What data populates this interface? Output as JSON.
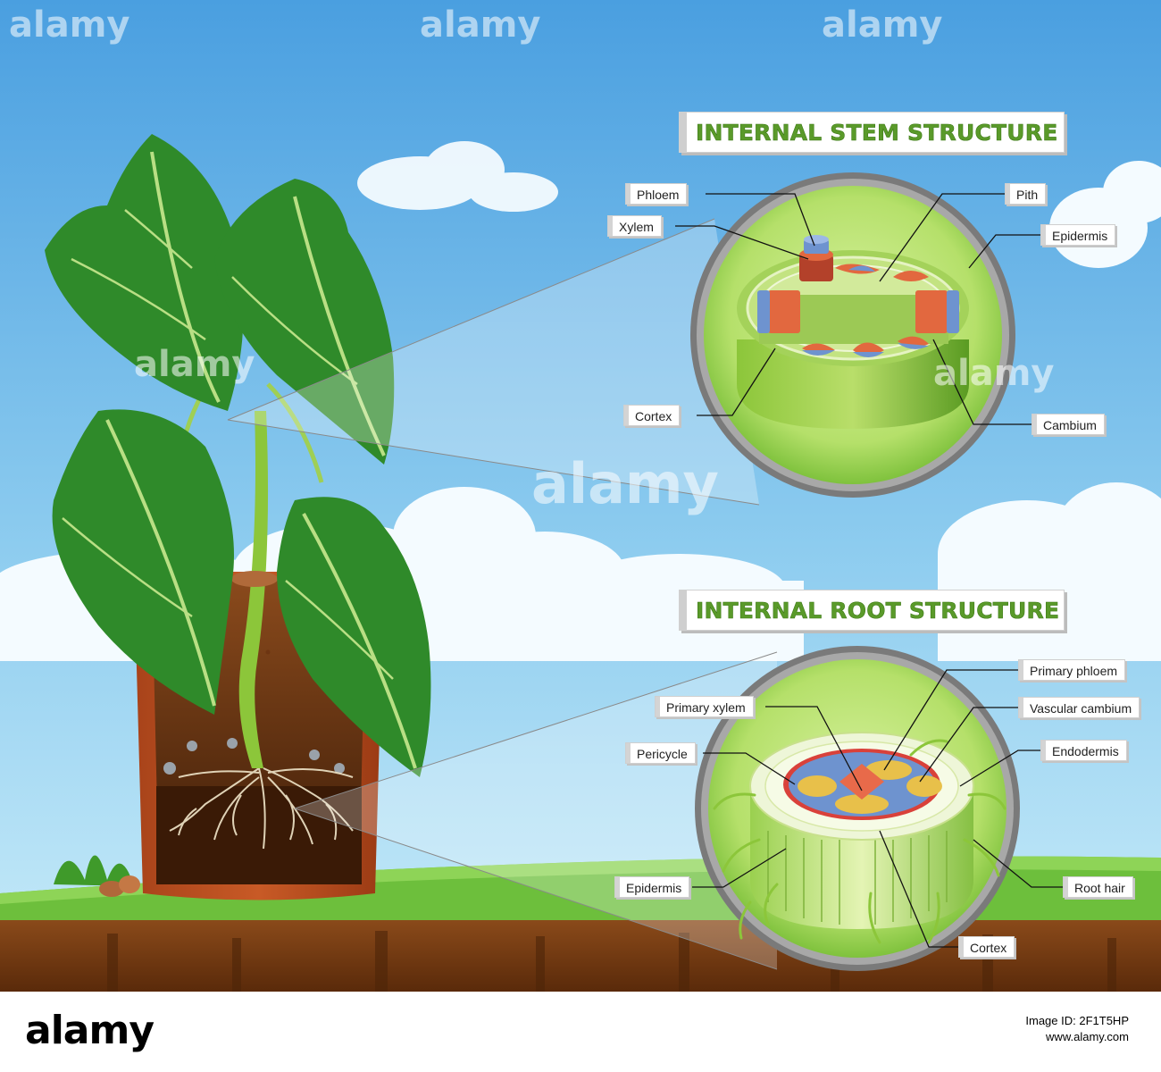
{
  "stem": {
    "title": "INTERNAL STEM STRUCTURE",
    "labels": {
      "phloem": "Phloem",
      "xylem": "Xylem",
      "pith": "Pith",
      "epidermis": "Epidermis",
      "cortex": "Cortex",
      "cambium": "Cambium"
    }
  },
  "root": {
    "title": "INTERNAL ROOT STRUCTURE",
    "labels": {
      "primary_phloem": "Primary phloem",
      "primary_xylem": "Primary xylem",
      "vascular_cambium": "Vascular cambium",
      "pericycle": "Pericycle",
      "endodermis": "Endodermis",
      "epidermis": "Epidermis",
      "root_hair": "Root hair",
      "cortex": "Cortex"
    }
  },
  "watermark": {
    "text": "alamy"
  },
  "footer": {
    "brand": "alamy",
    "image_id_label": "Image ID: 2F1T5HP",
    "site": "www.alamy.com"
  },
  "colors": {
    "sky_top": "#4a9fe0",
    "sky_bottom": "#bfe3f7",
    "grass": "#6dbf3c",
    "soil": "#7a3a12",
    "leaf": "#2f8a2a",
    "stem_green": "#9fcf55",
    "title_green": "#5a9a2a",
    "xylem": "#e2683f",
    "phloem": "#6e93cf"
  }
}
